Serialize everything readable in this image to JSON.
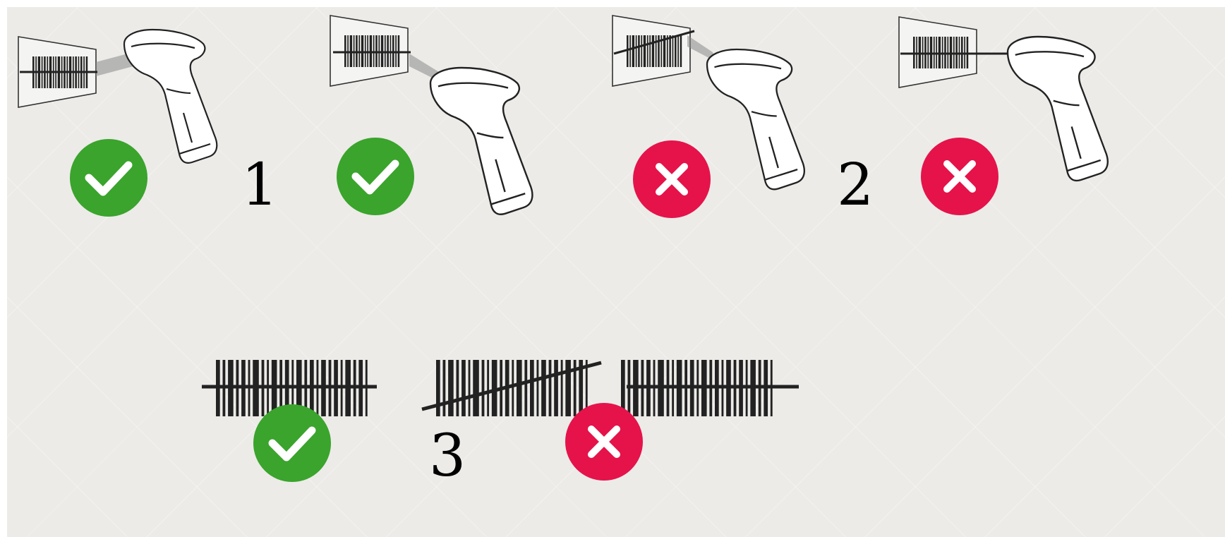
{
  "labels": {
    "one": "1",
    "two": "2",
    "three": "3"
  },
  "icons": {
    "correct": "check-icon",
    "incorrect": "cross-icon",
    "device": "barcode-scanner-icon"
  },
  "colors": {
    "ok": "#3aa42c",
    "bad": "#e5134a",
    "ink": "#222222",
    "background": "#ecebe8"
  }
}
